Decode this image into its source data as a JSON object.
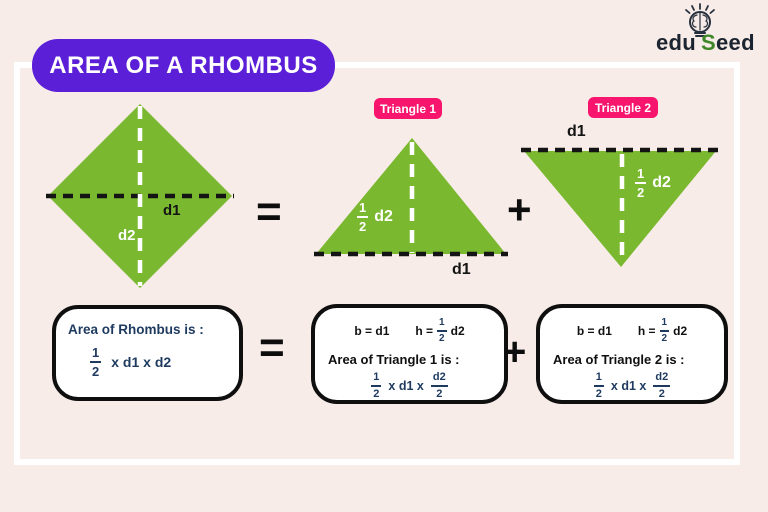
{
  "colors": {
    "bg": "#f7ece7",
    "purple": "#5b1fd8",
    "green": "#7ab82f",
    "pink": "#f8156d",
    "navy": "#1e3a5f",
    "ink": "#111111"
  },
  "header": {
    "title": "AREA OF A RHOMBUS"
  },
  "logo": {
    "edu": "edu",
    "s": "S",
    "eed": "eed",
    "icon": "lightbulb-brain-icon"
  },
  "diagram": {
    "rhombus": {
      "d1": "d1",
      "d2": "d2"
    },
    "equals": "=",
    "plus": "+",
    "triangle1": {
      "badge": "Triangle 1",
      "height_num": "1",
      "height_den": "2",
      "height_suffix": "d2",
      "base": "d1"
    },
    "triangle2": {
      "badge": "Triangle 2",
      "top": "d1",
      "height_num": "1",
      "height_den": "2",
      "height_suffix": "d2"
    }
  },
  "formulas": {
    "equals": "=",
    "plus": "+",
    "rhombus_box": {
      "title": "Area of Rhombus is :",
      "frac_num": "1",
      "frac_den": "2",
      "rest": "x  d1 x d2"
    },
    "triangle1_box": {
      "base_eq": "b = d1",
      "height_prefix": "h =",
      "height_num": "1",
      "height_den": "2",
      "height_suffix": "d2",
      "title": "Area of Triangle 1 is :",
      "frac1_num": "1",
      "frac1_den": "2",
      "mid": "x d1 x",
      "frac2_num": "d2",
      "frac2_den": "2"
    },
    "triangle2_box": {
      "base_eq": "b = d1",
      "height_prefix": "h =",
      "height_num": "1",
      "height_den": "2",
      "height_suffix": "d2",
      "title": "Area of Triangle 2 is :",
      "frac1_num": "1",
      "frac1_den": "2",
      "mid": "x d1 x",
      "frac2_num": "d2",
      "frac2_den": "2"
    }
  }
}
